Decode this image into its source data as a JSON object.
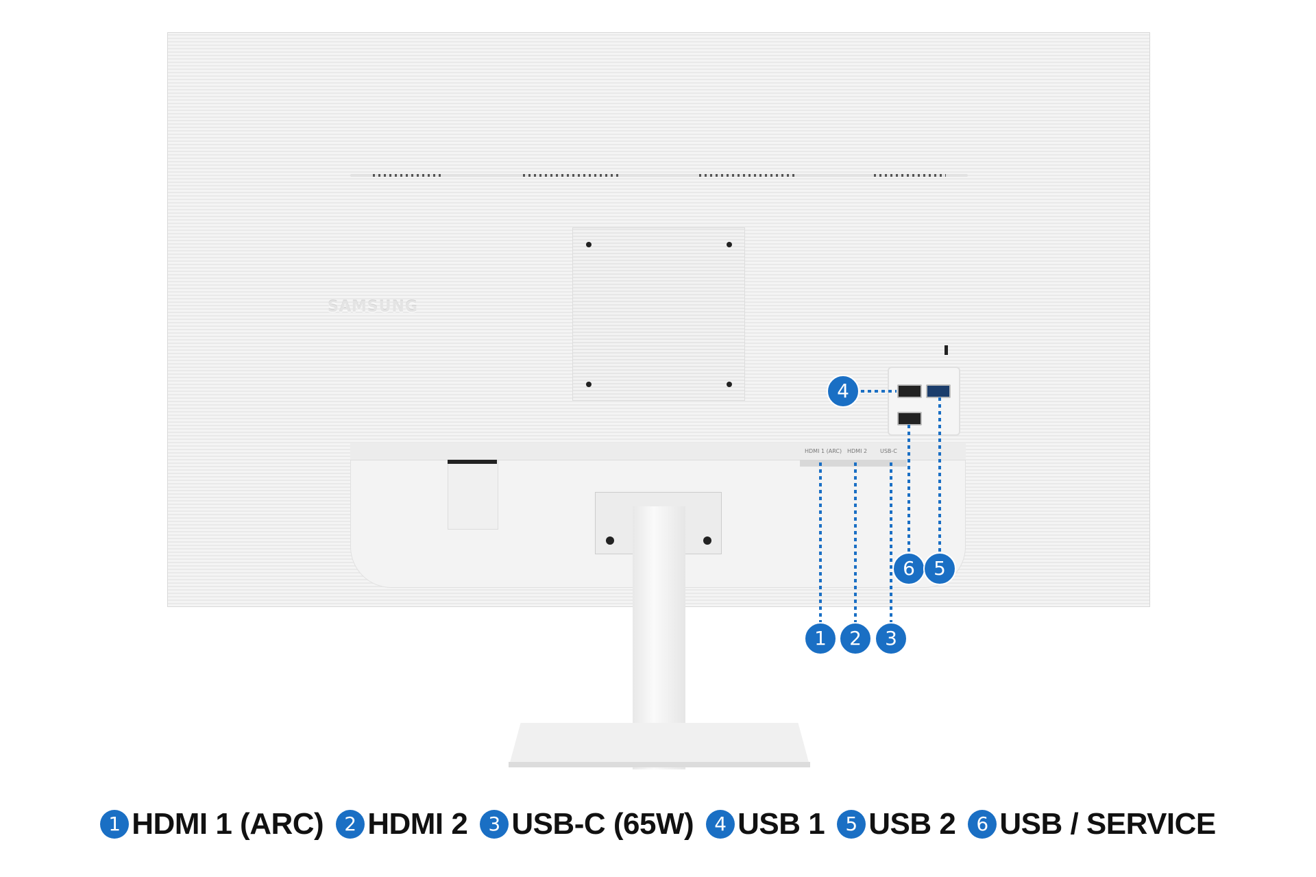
{
  "accent_color": "#1a6fc4",
  "brand_logo": "SAMSUNG",
  "port_labels": [
    "HDMI 1 (ARC)",
    "HDMI 2",
    "USB-C"
  ],
  "callouts": [
    "1",
    "2",
    "3",
    "4",
    "5",
    "6"
  ],
  "legend": [
    {
      "num": "1",
      "label": "HDMI 1 (ARC)"
    },
    {
      "num": "2",
      "label": "HDMI 2"
    },
    {
      "num": "3",
      "label": "USB-C (65W)"
    },
    {
      "num": "4",
      "label": "USB 1"
    },
    {
      "num": "5",
      "label": "USB 2"
    },
    {
      "num": "6",
      "label": "USB / SERVICE"
    }
  ]
}
